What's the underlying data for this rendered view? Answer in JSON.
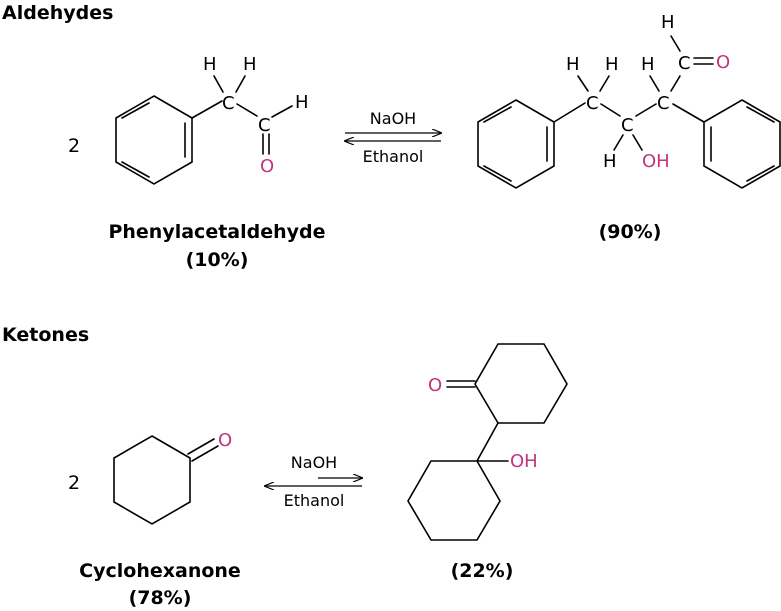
{
  "sections": {
    "aldehydes": {
      "heading": "Aldehydes",
      "coefficient": "2",
      "reactant_name": "Phenylacetaldehyde",
      "reactant_yield": "(10%)",
      "product_yield": "(90%)",
      "condition_top": "NaOH",
      "condition_bottom": "Ethanol"
    },
    "ketones": {
      "heading": "Ketones",
      "coefficient": "2",
      "reactant_name": "Cyclohexanone",
      "reactant_yield": "(78%)",
      "product_yield": "(22%)",
      "condition_top": "NaOH",
      "condition_bottom": "Ethanol"
    }
  },
  "atoms": {
    "H": "H",
    "C": "C",
    "O": "O",
    "OH": "OH"
  },
  "colors": {
    "heteroatom": "#c0357f",
    "bond": "#000000"
  }
}
